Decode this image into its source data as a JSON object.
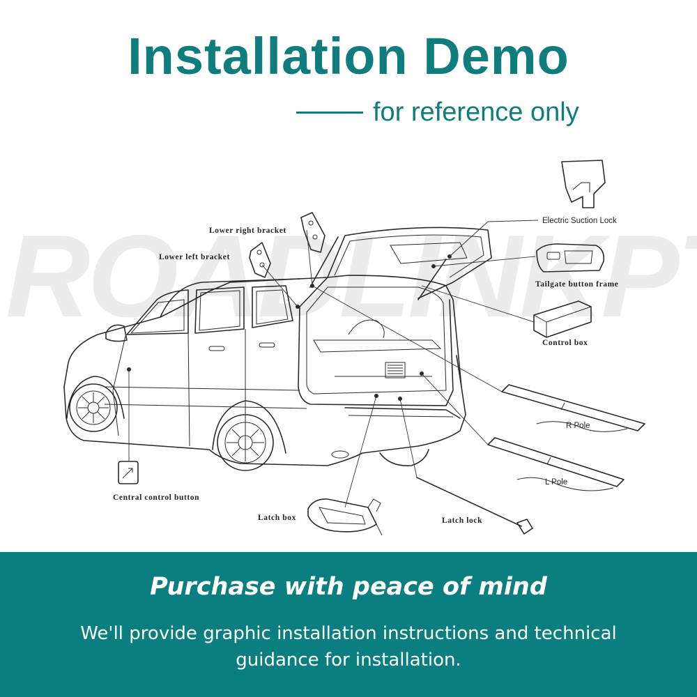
{
  "header": {
    "title": "Installation Demo",
    "subtitle": "for reference only"
  },
  "watermark": "ROADLINKPTS",
  "diagram": {
    "labels": {
      "lower_right_bracket": "Lower right bracket",
      "lower_left_bracket": "Lower left bracket",
      "electric_suction_lock": "Electric Suction Lock",
      "tailgate_button_frame": "Tailgate button frame",
      "control_box": "Control box",
      "r_pole": "R Pole",
      "l_pole": "L Pole",
      "central_control_button": "Central control button",
      "latch_box": "Latch box",
      "latch_lock": "Latch lock"
    }
  },
  "banner": {
    "title": "Purchase with peace of mind",
    "text": "We'll provide graphic installation instructions and technical guidance for installation."
  },
  "colors": {
    "accent": "#0f7c7e",
    "banner_bg": "#0b7f80",
    "banner_text": "#ffffff"
  }
}
